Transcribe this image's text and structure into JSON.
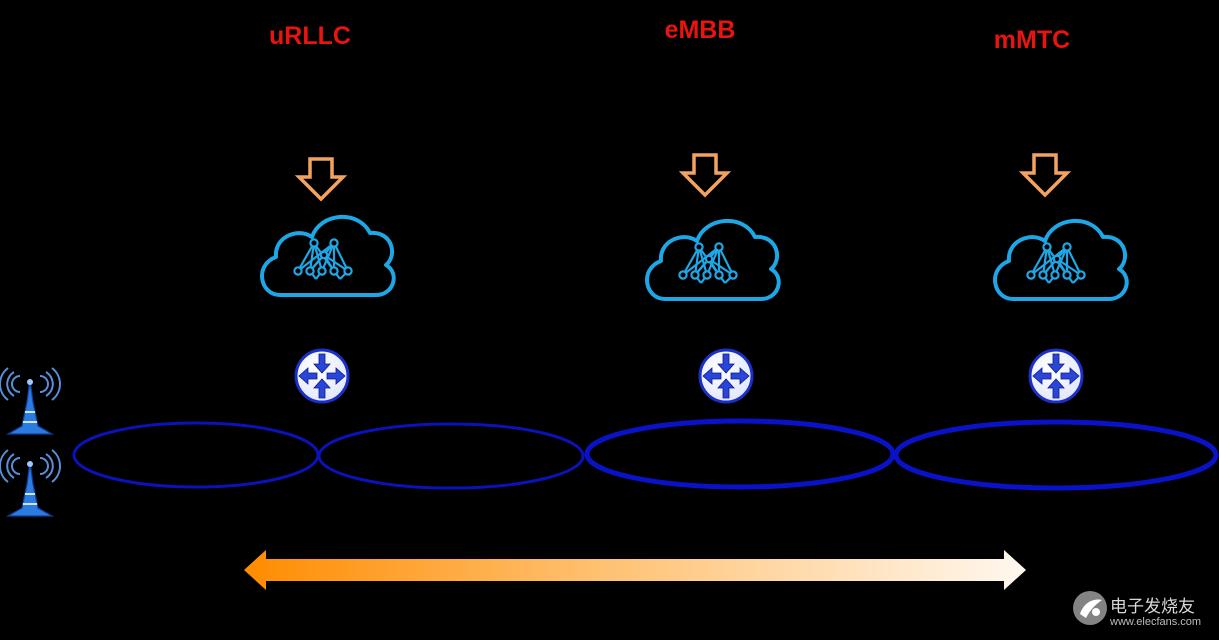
{
  "slices": [
    {
      "label": "uRLLC"
    },
    {
      "label": "eMBB"
    },
    {
      "label": "mMTC"
    }
  ],
  "watermark": {
    "title": "电子发烧友",
    "url": "www.elecfans.com"
  },
  "colors": {
    "label": "#e8140f",
    "cloud": "#1ea7e6",
    "ring": "#0a12b8",
    "arrow_down": "#f3a35f",
    "router": "#1a2fc8",
    "gradient_start": "#ff8c00",
    "gradient_end": "#fff5ea"
  },
  "icons": [
    "tower-icon",
    "cloud-network-icon",
    "router-icon",
    "down-arrow-icon",
    "double-arrow-icon"
  ]
}
